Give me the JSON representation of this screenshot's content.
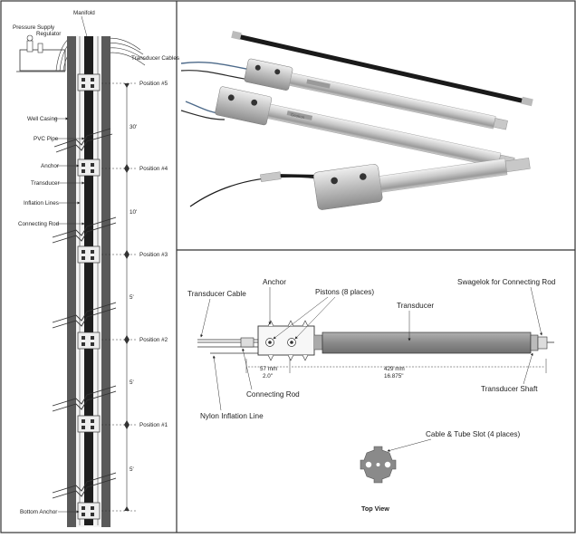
{
  "left_panel": {
    "labels": {
      "pressure_supply": "Pressure Supply",
      "manifold": "Manifold",
      "regulator": "Regulator",
      "transducer_cables": "Transducer Cables",
      "well_casing": "Well Casing",
      "pvc_pipe": "PVC Pipe",
      "anchor": "Anchor",
      "transducer": "Transducer",
      "inflation_lines": "Inflation Lines",
      "connecting_rod": "Connecting Rod",
      "bottom_anchor": "Bottom Anchor"
    },
    "positions": [
      "Position #5",
      "Position #4",
      "Position #3",
      "Position #2",
      "Position #1"
    ],
    "spacings": [
      "30'",
      "10'",
      "5'",
      "5'",
      "5'"
    ]
  },
  "top_right_panel": {
    "brand_text": "Geokon"
  },
  "bottom_right_panel": {
    "labels": {
      "transducer_cable": "Transducer Cable",
      "anchor": "Anchor",
      "pistons": "Pistons (8 places)",
      "transducer": "Transducer",
      "swagelok": "Swagelok for Connecting Rod",
      "connecting_rod": "Connecting Rod",
      "transducer_shaft": "Transducer Shaft",
      "nylon_inflation_line": "Nylon Inflation Line",
      "cable_tube_slot": "Cable & Tube Slot (4 places)",
      "top_view": "Top View"
    },
    "dimensions": {
      "d1_mm": "57 mm",
      "d1_in": "2.0\"",
      "d2_mm": "429 mm",
      "d2_in": "16.875\""
    }
  },
  "colors": {
    "border": "#333333",
    "casing": "#5a5a5a",
    "pipe_fill": "#1e1e1e",
    "transducer_gray": "#8c8c8c",
    "steel_light": "#d8d8d8"
  }
}
